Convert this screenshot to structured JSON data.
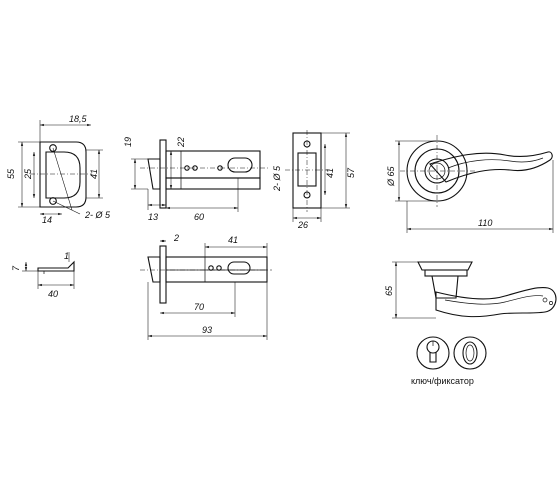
{
  "dims": {
    "d18_5": "18,5",
    "d55": "55",
    "d25": "25",
    "d41a": "41",
    "d14": "14",
    "d2x5a": "2- Ø 5",
    "d19": "19",
    "d22": "22",
    "d13": "13",
    "d60": "60",
    "d2x5b": "2- Ø 5",
    "d41b": "41",
    "d57": "57",
    "d26": "26",
    "d65a": "Ø 65",
    "d110": "110",
    "d7": "7",
    "d1": "1",
    "d40": "40",
    "d2": "2",
    "d41c": "41",
    "d70": "70",
    "d93": "93",
    "d65b": "65"
  },
  "caption": "ключ/фиксатор",
  "icons": [
    "key-cylinder-icon",
    "thumb-turn-icon"
  ]
}
